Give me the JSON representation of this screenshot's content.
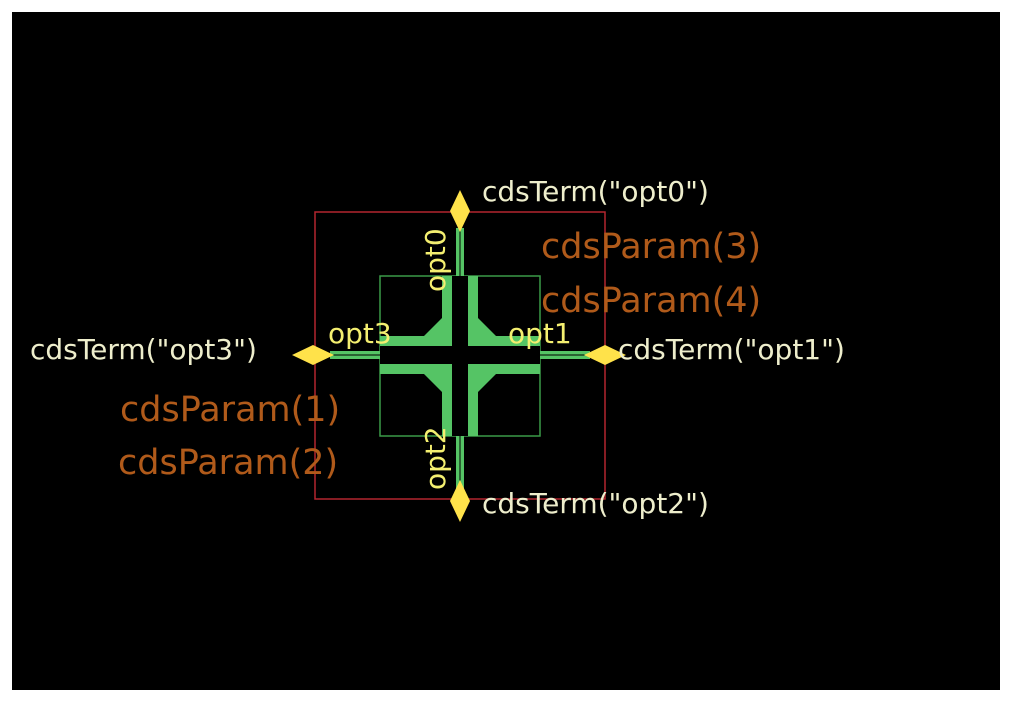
{
  "colors": {
    "background": "#000000",
    "frame": "#ffffff",
    "symbol_outline": "#b3262f",
    "cross_fill": "#55c465",
    "cross_box": "#3a9a48",
    "pin_marker": "#ffe24a",
    "pin_label": "#f4ef70",
    "term_text": "#eeeecc",
    "param_text": "#b05a1a"
  },
  "terms": {
    "top": "cdsTerm(\"opt0\")",
    "right": "cdsTerm(\"opt1\")",
    "bottom": "cdsTerm(\"opt2\")",
    "left": "cdsTerm(\"opt3\")"
  },
  "params": {
    "p3": "cdsParam(3)",
    "p4": "cdsParam(4)",
    "p1": "cdsParam(1)",
    "p2": "cdsParam(2)"
  },
  "pins": {
    "opt0": "opt0",
    "opt1": "opt1",
    "opt2": "opt2",
    "opt3": "opt3"
  }
}
